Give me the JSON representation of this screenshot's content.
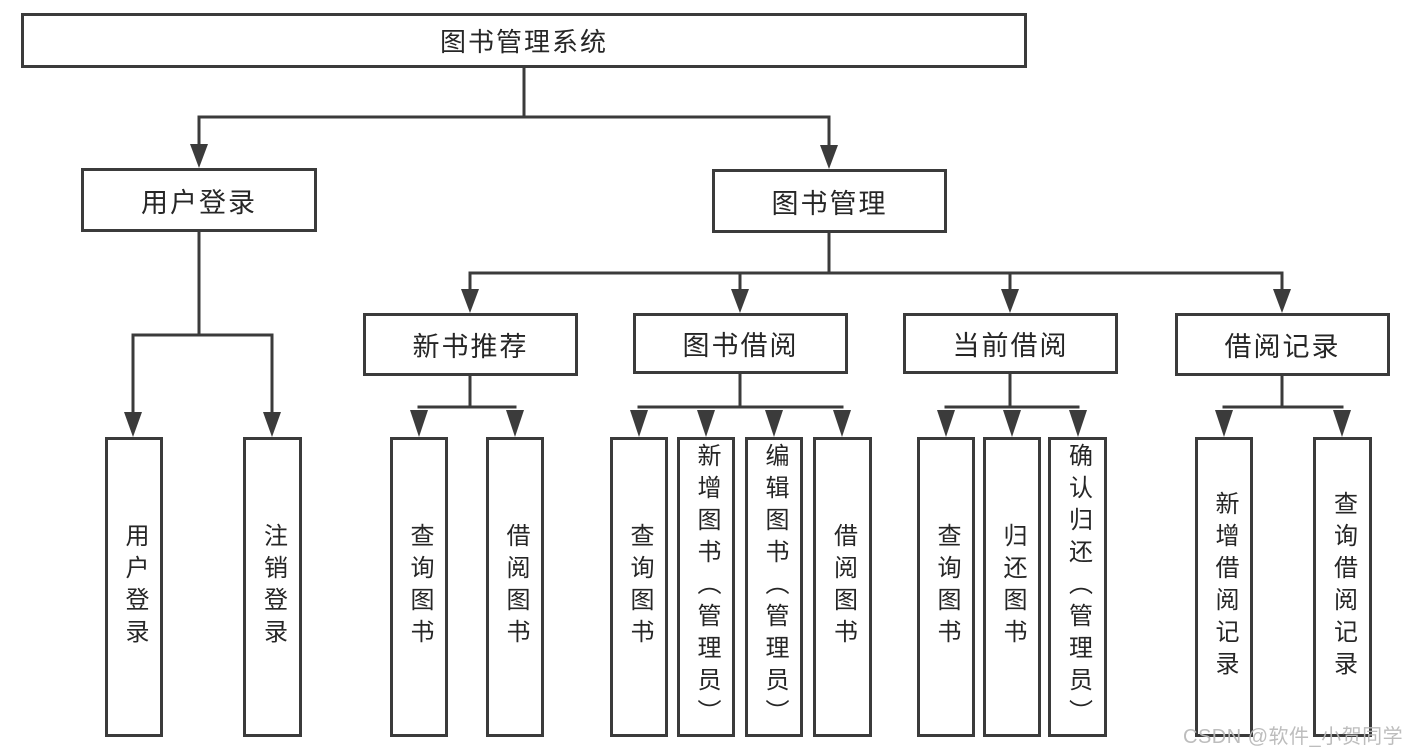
{
  "tree": {
    "label": "图书管理系统",
    "children": [
      {
        "label": "用户登录",
        "children": [
          {
            "label": "用户登录"
          },
          {
            "label": "注销登录"
          }
        ]
      },
      {
        "label": "图书管理",
        "children": [
          {
            "label": "新书推荐",
            "children": [
              {
                "label": "查询图书"
              },
              {
                "label": "借阅图书"
              }
            ]
          },
          {
            "label": "图书借阅",
            "children": [
              {
                "label": "查询图书"
              },
              {
                "label": "新增图书（管理员）"
              },
              {
                "label": "编辑图书（管理员）"
              },
              {
                "label": "借阅图书"
              }
            ]
          },
          {
            "label": "当前借阅",
            "children": [
              {
                "label": "查询图书"
              },
              {
                "label": "归还图书"
              },
              {
                "label": "确认归还（管理员）"
              }
            ]
          },
          {
            "label": "借阅记录",
            "children": [
              {
                "label": "新增借阅记录"
              },
              {
                "label": "查询借阅记录"
              }
            ]
          }
        ]
      }
    ]
  },
  "watermark": {
    "text": "CSDN @软件_小贺同学"
  },
  "colors": {
    "line": "#3b3b3b",
    "box_border": "#3b3b3b",
    "box_fill": "#ffffff",
    "text": "#262626",
    "watermark": "#b9b9b9"
  }
}
